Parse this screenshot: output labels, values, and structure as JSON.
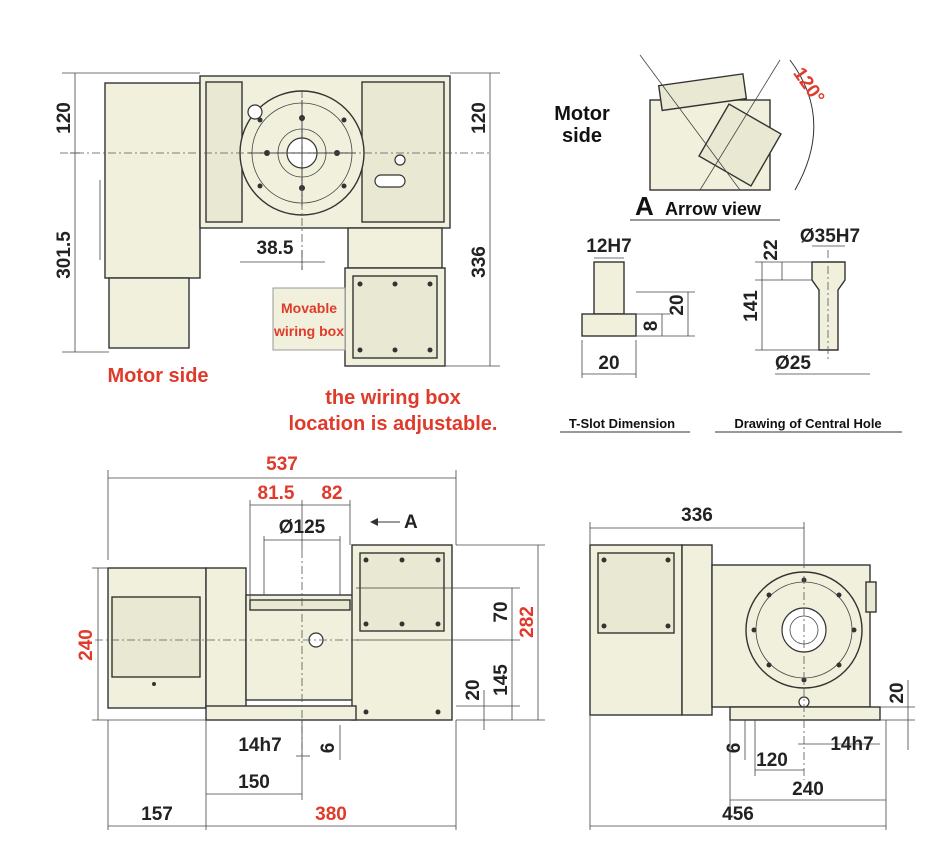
{
  "top_left": {
    "dims": {
      "d120_left": "120",
      "d3015": "301.5",
      "d385": "38.5",
      "d336": "336",
      "d120_right": "120"
    },
    "motor_side": "Motor side",
    "movable_line1": "Movable",
    "movable_line2": "wiring box",
    "note_line1": "the wiring box",
    "note_line2": "location is adjustable."
  },
  "arrow_view": {
    "motor_line1": "Motor",
    "motor_line2": "side",
    "angle": "120°",
    "letter": "A",
    "caption": "Arrow view"
  },
  "tslot": {
    "d12h7": "12H7",
    "d20_side": "20",
    "d8": "8",
    "d20_bottom": "20",
    "caption": "T-Slot Dimension"
  },
  "central_hole": {
    "d22": "22",
    "d35h7": "Ø35H7",
    "d141": "141",
    "d25": "Ø25",
    "caption": "Drawing of Central Hole"
  },
  "bottom_left": {
    "d537": "537",
    "d815": "81.5",
    "d82": "82",
    "d125": "Ø125",
    "arrow_a": "A",
    "d240": "240",
    "d70": "70",
    "d145": "145",
    "d20": "20",
    "d282": "282",
    "d14h7": "14h7",
    "d6": "6",
    "d150": "150",
    "d157": "157",
    "d380": "380"
  },
  "bottom_right": {
    "d336": "336",
    "d20": "20",
    "d6": "6",
    "d14h7": "14h7",
    "d120": "120",
    "d240": "240",
    "d456": "456"
  }
}
